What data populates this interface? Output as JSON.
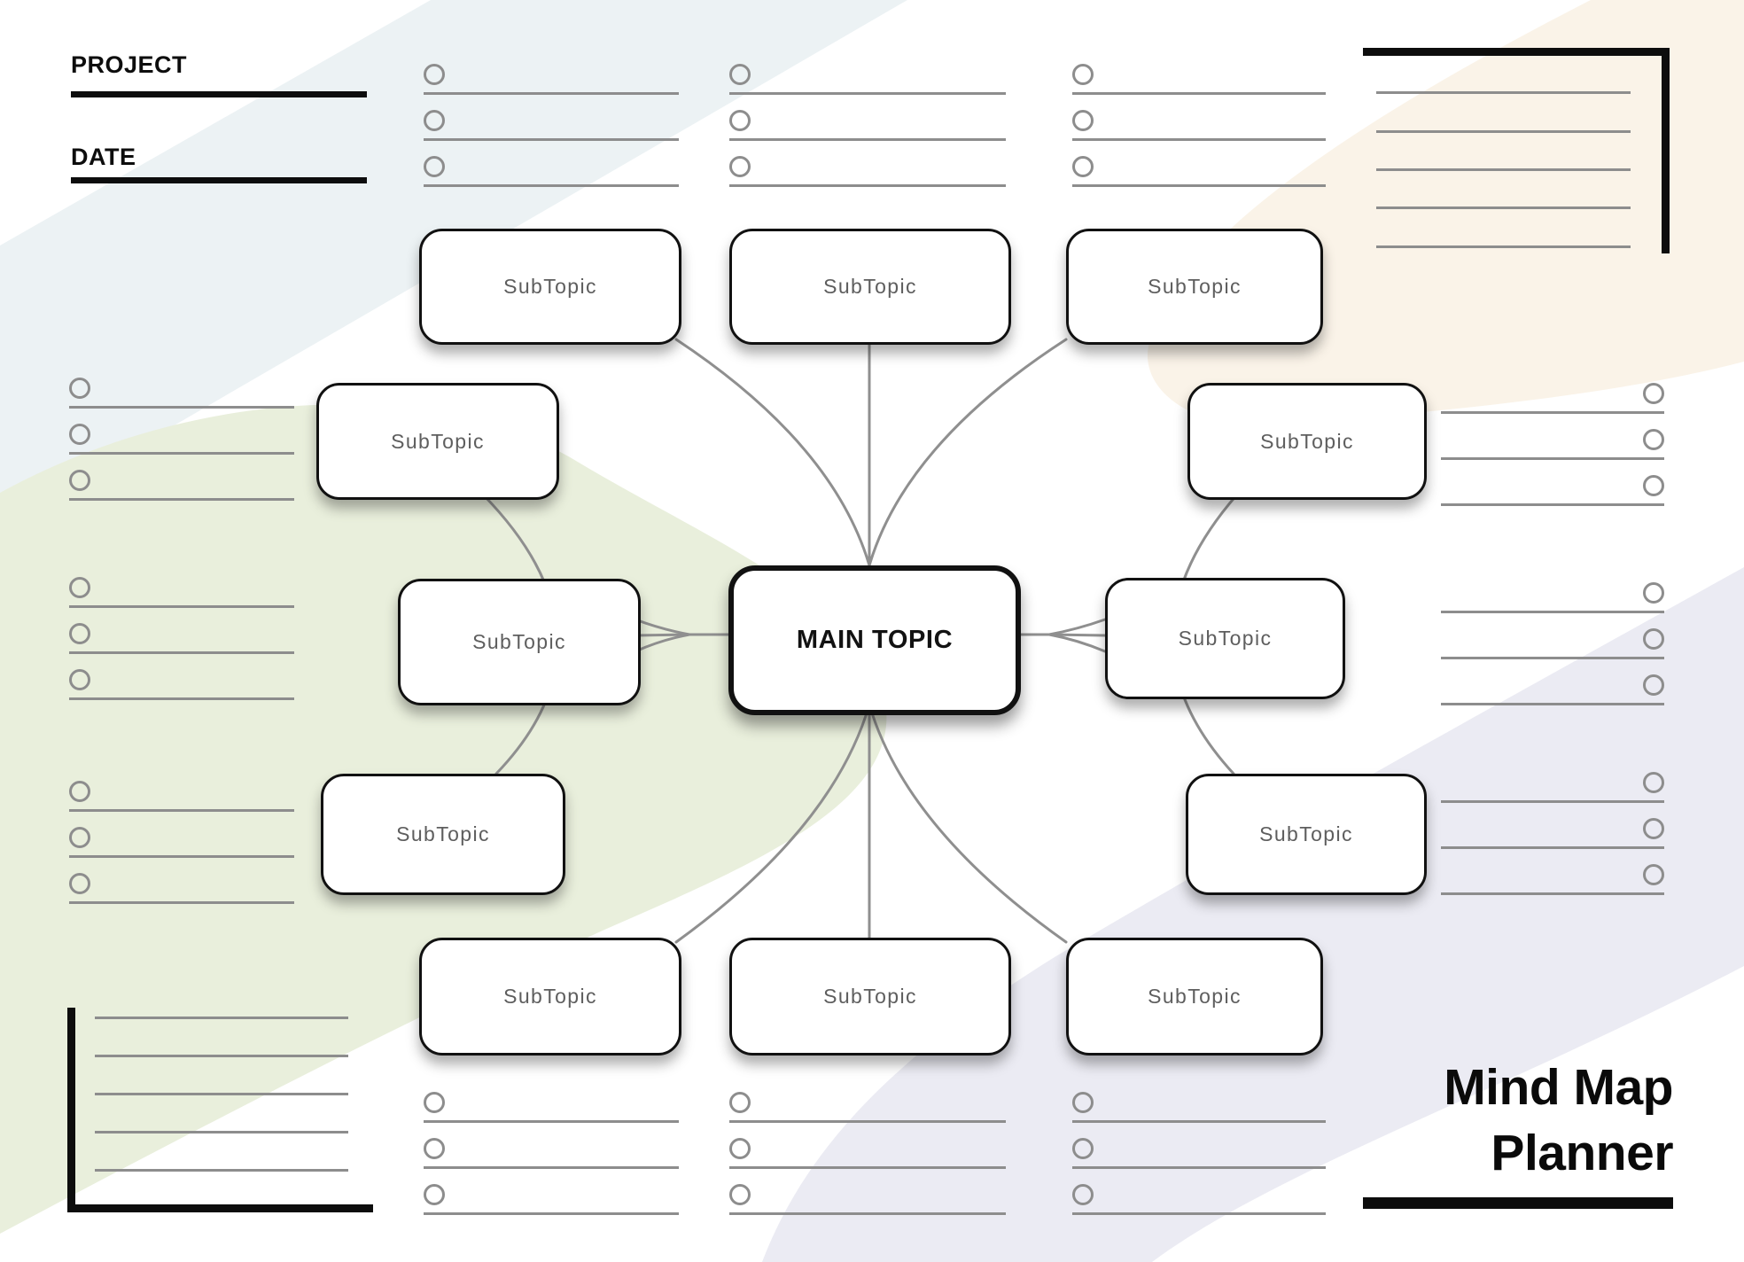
{
  "header": {
    "project_label": "PROJECT",
    "date_label": "DATE"
  },
  "mindmap": {
    "main": {
      "label": "MAIN TOPIC"
    },
    "subtopics": [
      {
        "label": "SubTopic"
      },
      {
        "label": "SubTopic"
      },
      {
        "label": "SubTopic"
      },
      {
        "label": "SubTopic"
      },
      {
        "label": "SubTopic"
      },
      {
        "label": "SubTopic"
      },
      {
        "label": "SubTopic"
      },
      {
        "label": "SubTopic"
      },
      {
        "label": "SubTopic"
      },
      {
        "label": "SubTopic"
      },
      {
        "label": "SubTopic"
      },
      {
        "label": "SubTopic"
      }
    ]
  },
  "title": {
    "line1": "Mind Map",
    "line2": "Planner"
  },
  "colors": {
    "ink": "#0d0d0d",
    "line_gray": "#8d8d8d",
    "node_border": "#111111",
    "subtopic_text": "#5e5e5e",
    "pastel_blue": "#ecf2f4",
    "pastel_green": "#e9efdc",
    "pastel_cream": "#faf3e8",
    "pastel_lavender": "#ebebf3"
  }
}
